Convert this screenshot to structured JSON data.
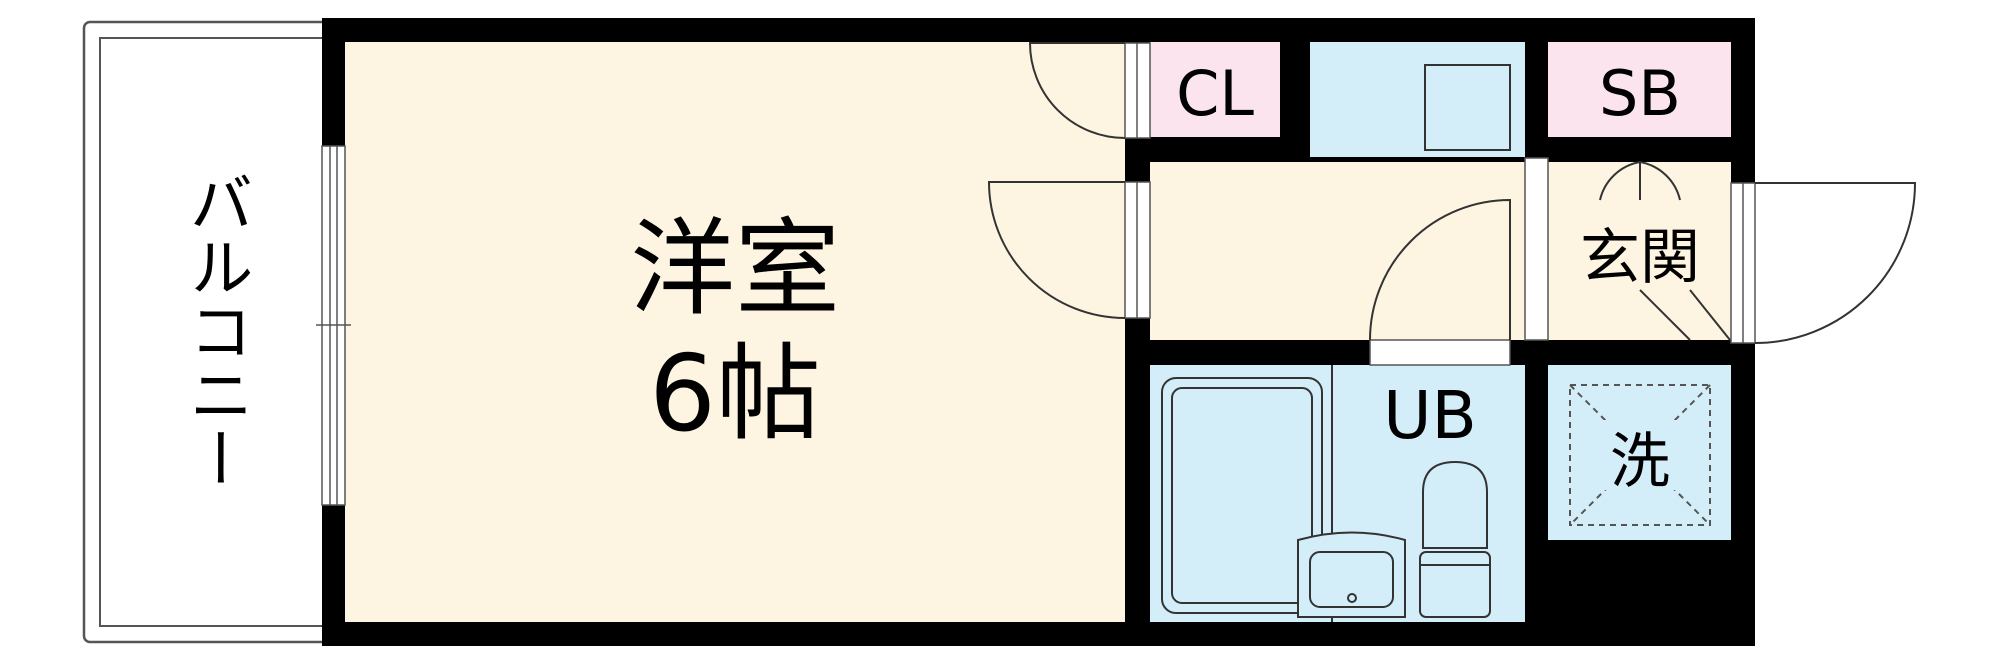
{
  "colors": {
    "room": "#fdf5e1",
    "wet": "#d4eef9",
    "closet": "#fce4ee",
    "wall": "#000000",
    "outline": "#555555",
    "background": "#ffffff"
  },
  "rooms": {
    "western": {
      "name": "洋室",
      "size": "6帖"
    },
    "balcony": {
      "name": "バルコニー"
    },
    "closet": {
      "name": "CL"
    },
    "shoebox": {
      "name": "SB"
    },
    "entrance": {
      "name": "玄関"
    },
    "bath": {
      "name": "UB"
    },
    "laundry": {
      "name": "洗"
    }
  }
}
